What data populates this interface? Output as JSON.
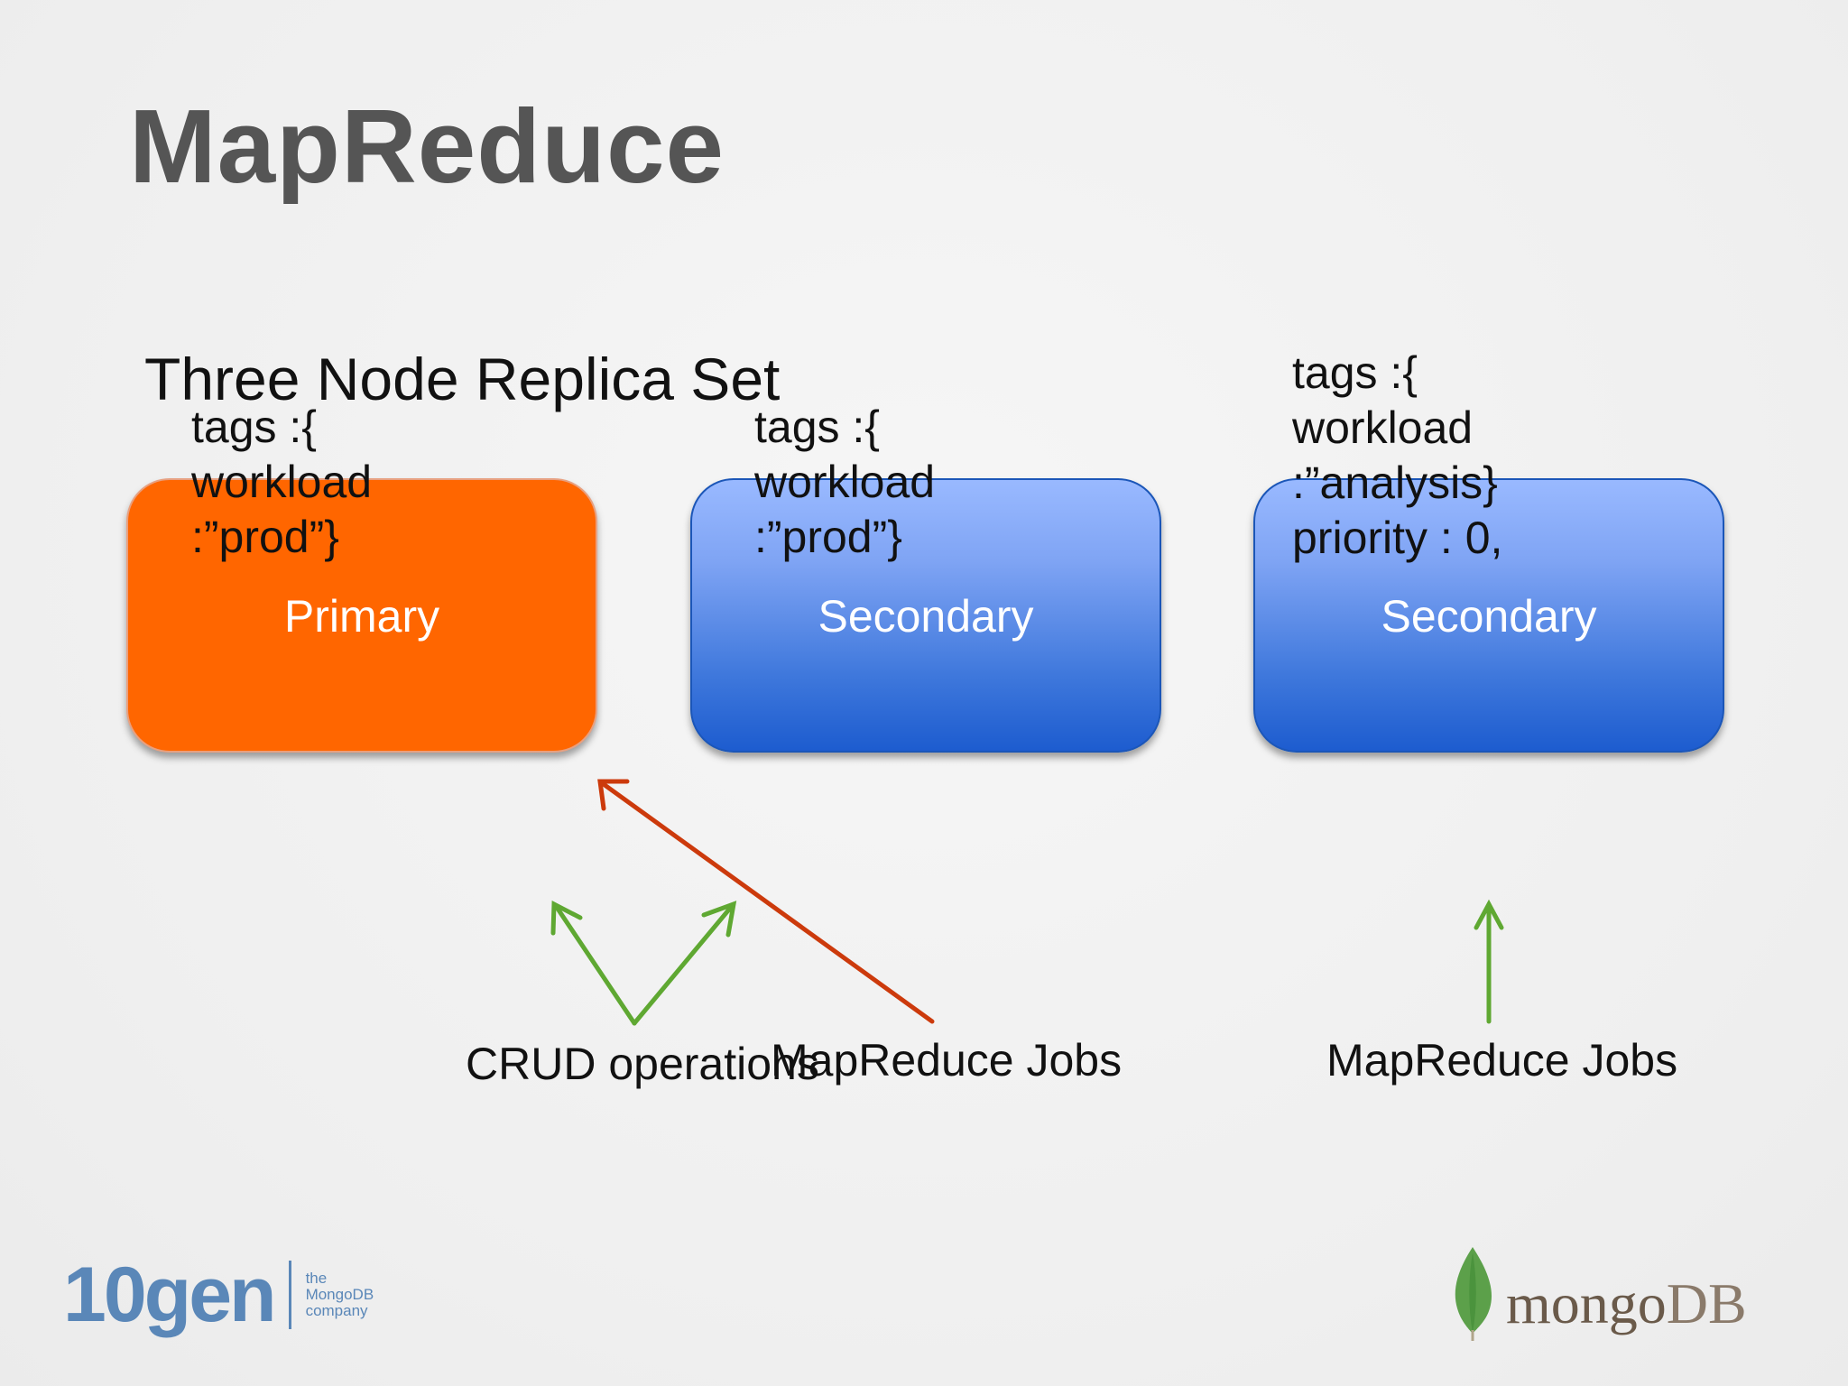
{
  "slide": {
    "title": "MapReduce",
    "subtitle": "Three Node Replica Set"
  },
  "nodes": [
    {
      "label": "Primary",
      "tags_lines": [
        "tags :{",
        "workload",
        ":”prod”}"
      ],
      "color": "#ff6600"
    },
    {
      "label": "Secondary",
      "tags_lines": [
        "tags :{",
        "workload",
        ":”prod”}"
      ],
      "color": "#4a7fe0"
    },
    {
      "label": "Secondary",
      "tags_lines": [
        "tags :{",
        "workload",
        ":”analysis}",
        "priority : 0,"
      ],
      "color": "#4a7fe0"
    }
  ],
  "captions": {
    "crud": "CRUD operations",
    "mapreduce_1": "MapReduce Jobs",
    "mapreduce_2": "MapReduce Jobs"
  },
  "arrow_colors": {
    "green": "#5fa832",
    "red": "#cc3a0c"
  },
  "logos": {
    "left_main": "10gen",
    "left_tag_lines": [
      "the",
      "MongoDB",
      "company"
    ],
    "right_text_a": "mongo",
    "right_text_b": "DB",
    "leaf_icon": "mongodb-leaf-icon"
  }
}
